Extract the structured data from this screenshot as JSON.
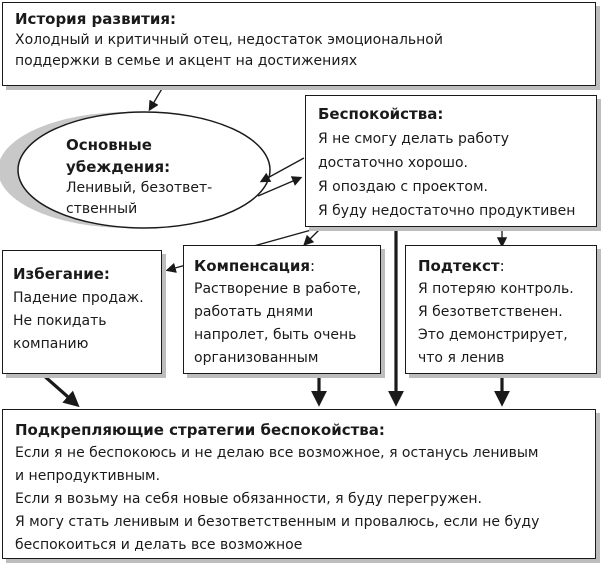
{
  "history": {
    "title": "История развития:",
    "lines": [
      "Холодный и критичный отец, недостаток эмоциональной",
      "поддержки в семье и акцент на достижениях"
    ]
  },
  "beliefs": {
    "title_lines": [
      "Основные",
      "убеждения:"
    ],
    "lines": [
      "Ленивый, безответ-",
      "ственный"
    ]
  },
  "worries": {
    "title": "Беспокойства:",
    "lines": [
      "Я не смогу делать работу",
      "достаточно хорошо.",
      "Я опоздаю с проектом.",
      "Я буду недостаточно продуктивен"
    ]
  },
  "avoidance": {
    "title": "Избегание:",
    "lines": [
      "Падение продаж.",
      "Не покидать",
      "компанию"
    ]
  },
  "compensation": {
    "title": "Компенсация",
    "title_suffix": ":",
    "lines": [
      "Растворение в работе,",
      "работать днями",
      "напролет, быть очень",
      "организованным"
    ]
  },
  "subtext": {
    "title": "Подтекст",
    "title_suffix": ":",
    "lines": [
      "Я потеряю контроль.",
      "Я безответственен.",
      "Это демонстрирует,",
      "что я ленив"
    ]
  },
  "strategies": {
    "title": "Подкрепляющие стратегии беспокойства:",
    "lines": [
      "Если я не беспокоюсь и не делаю все возможное, я останусь ленивым",
      "и непродуктивным.",
      "Если я возьму на себя новые обязанности, я буду перегружен.",
      "Я могу стать ленивым и безответственным и провалюсь, если не буду",
      "беспокоиться и делать все возможное"
    ]
  }
}
